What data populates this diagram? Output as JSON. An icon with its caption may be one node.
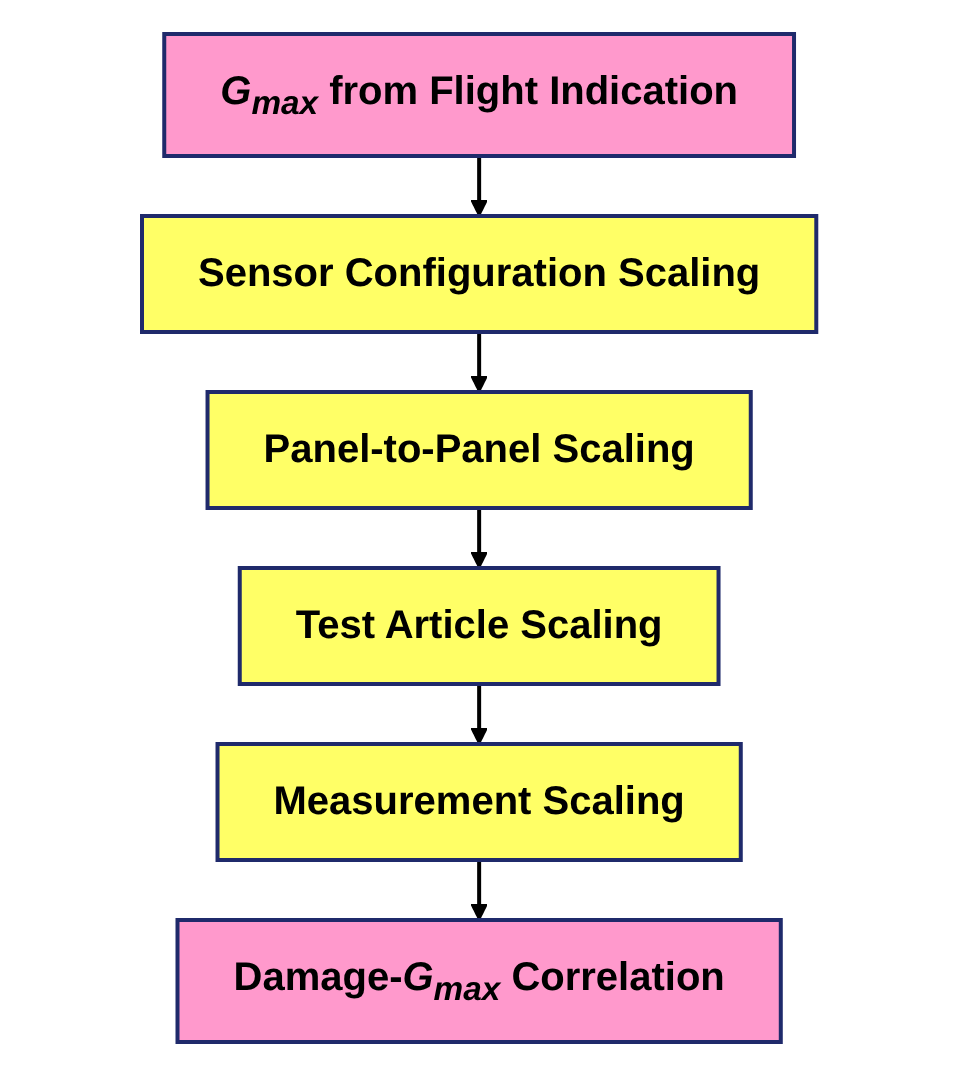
{
  "diagram": {
    "nodes": [
      {
        "text": [
          "*G*$_{max}$ from Flight Indication"
        ]
      },
      {
        "text": [
          "Sensor Configuration Scaling"
        ]
      },
      {
        "text": [
          "Panel-to-Panel Scaling"
        ]
      },
      {
        "text": [
          "Test Article Scaling"
        ]
      },
      {
        "text": [
          "Measurement Scaling"
        ]
      },
      {
        "text": [
          "Damage-*G*$_{max}$ Correlation"
        ]
      }
    ],
    "edges": [
      {
        "from": 0,
        "to": 1,
        "arrow": "to"
      },
      {
        "from": 1,
        "to": 2,
        "arrow": "to"
      },
      {
        "from": 2,
        "to": 3,
        "arrow": "to"
      },
      {
        "from": 3,
        "to": 4,
        "arrow": "to"
      },
      {
        "from": 4,
        "to": 5,
        "arrow": "to"
      }
    ]
  }
}
